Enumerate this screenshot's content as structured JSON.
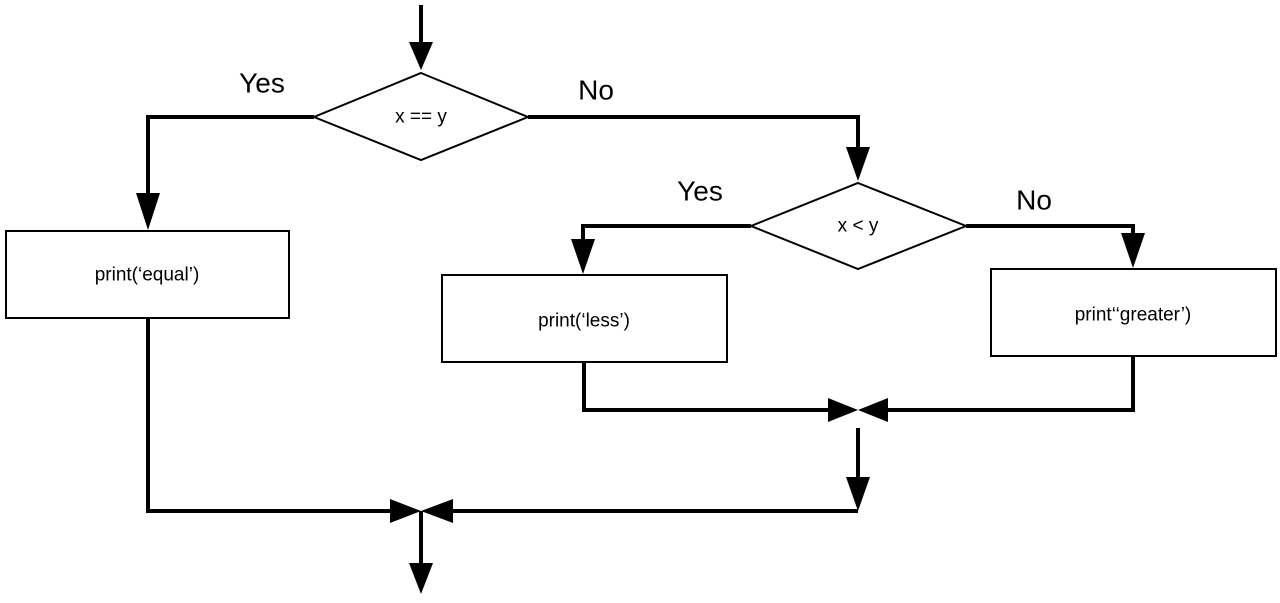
{
  "diagram": {
    "decision_equal": {
      "label": "x == y",
      "yes_label": "Yes",
      "no_label": "No"
    },
    "decision_less": {
      "label": "x < y",
      "yes_label": "Yes",
      "no_label": "No"
    },
    "process_equal": {
      "label": "print(‘equal’)"
    },
    "process_less": {
      "label": "print(‘less’)"
    },
    "process_greater": {
      "label": "print‘‘greater’)"
    }
  },
  "colors": {
    "stroke": "#000000",
    "fill": "#ffffff"
  }
}
